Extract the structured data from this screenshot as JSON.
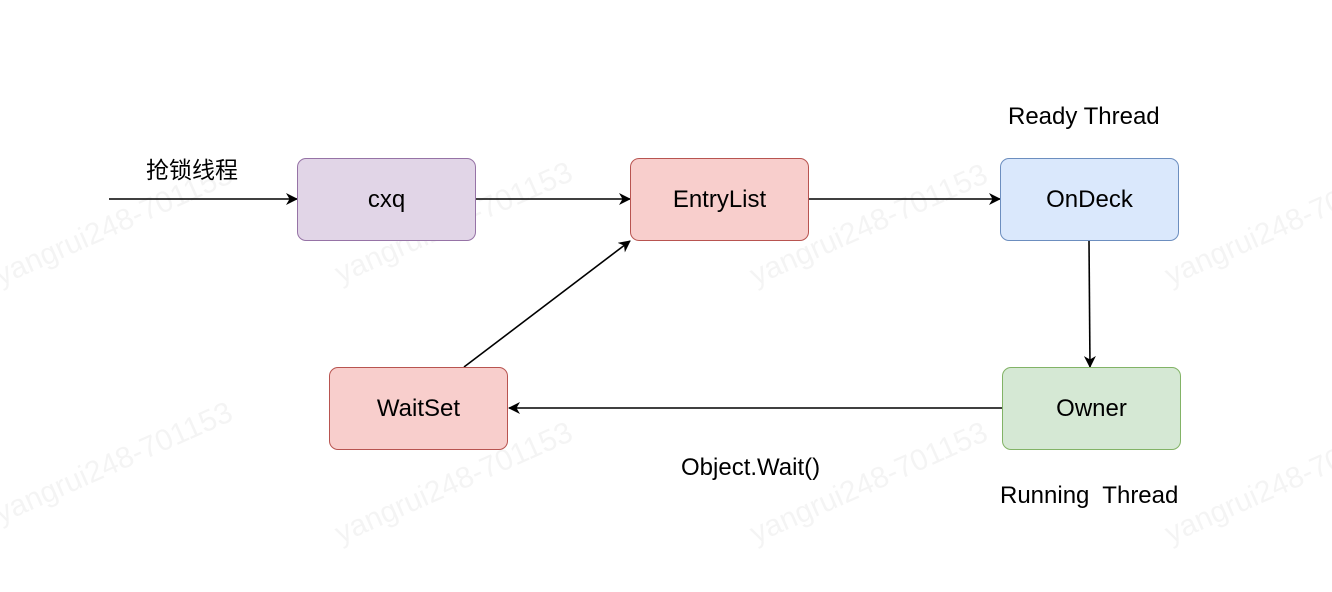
{
  "watermark": "yangrui248-701153",
  "nodes": {
    "cxq": {
      "label": "cxq",
      "fill": "#e1d5e7",
      "stroke": "#9673a6"
    },
    "entrylist": {
      "label": "EntryList",
      "fill": "#f8cecc",
      "stroke": "#b85450"
    },
    "ondeck": {
      "label": "OnDeck",
      "fill": "#dae8fc",
      "stroke": "#6c8ebf"
    },
    "owner": {
      "label": "Owner",
      "fill": "#d5e8d4",
      "stroke": "#82b366"
    },
    "waitset": {
      "label": "WaitSet",
      "fill": "#f8cecc",
      "stroke": "#b85450"
    }
  },
  "labels": {
    "contending_threads": "抢锁线程",
    "ready_thread": "Ready Thread",
    "running_thread": "Running  Thread",
    "object_wait": "Object.Wait()"
  },
  "edge_color": "#000000"
}
